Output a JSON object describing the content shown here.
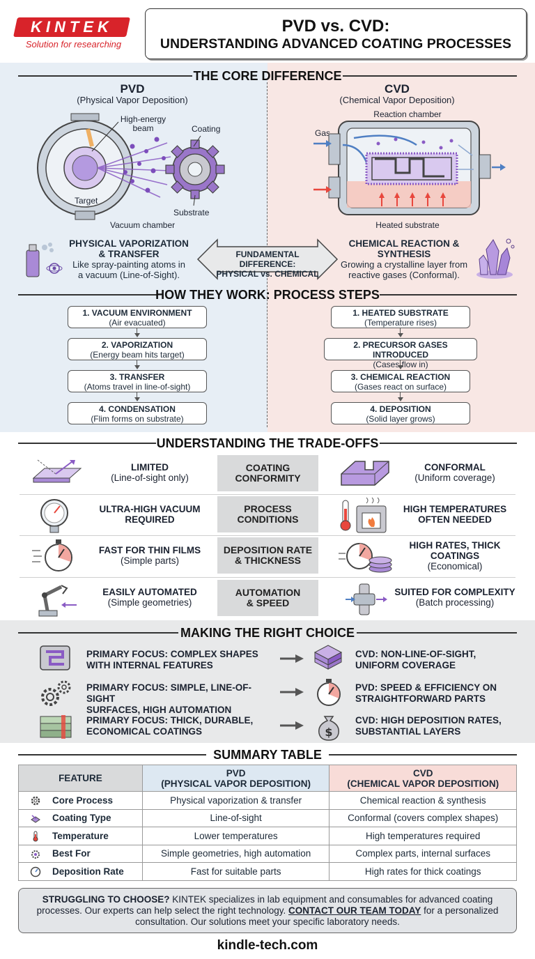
{
  "brand": {
    "name": "KINTEK",
    "tagline": "Solution for researching",
    "color": "#d8232a"
  },
  "title": {
    "line1": "PVD vs. CVD:",
    "line2": "UNDERSTANDING ADVANCED COATING PROCESSES"
  },
  "core": {
    "section_title": "THE CORE DIFFERENCE",
    "pvd": {
      "heading": "PVD",
      "subheading": "(Physical Vapor Deposition)",
      "labels": {
        "beam": "High-energy beam",
        "beam_a": "High-energy",
        "beam_b": "beam",
        "coating": "Coating",
        "target": "Target",
        "substrate": "Substrate",
        "chamber": "Vacuum chamber"
      },
      "principle_title_a": "PHYSICAL VAPORIZATION",
      "principle_title_b": "& TRANSFER",
      "principle_desc_a": "Like spray-painting atoms in",
      "principle_desc_b": "a vacuum (Line-of-Sight)."
    },
    "cvd": {
      "heading": "CVD",
      "subheading": "(Chemical Vapor Deposition)",
      "labels": {
        "chamber": "Reaction chamber",
        "gas": "Gas",
        "substrate": "Heated substrate"
      },
      "principle_title_a": "CHEMICAL REACTION &",
      "principle_title_b": "SYNTHESIS",
      "principle_desc_a": "Growing a crystalline layer from",
      "principle_desc_b": "reactive gases (Conformal)."
    },
    "middle_a": "FUNDAMENTAL DIFFERENCE:",
    "middle_b": "PHYSICAL vs. CHEMICAL"
  },
  "process": {
    "section_title": "HOW THEY WORK: PROCESS STEPS",
    "pvd_steps": [
      {
        "title": "1. VACUUM ENVIRONMENT",
        "desc": "(Air evacuated)"
      },
      {
        "title": "2. VAPORIZATION",
        "desc": "(Energy beam hits target)"
      },
      {
        "title": "3. TRANSFER",
        "desc": "(Atoms travel in line-of-sight)"
      },
      {
        "title": "4. CONDENSATION",
        "desc": "(Flim forms on substrate)"
      }
    ],
    "cvd_steps": [
      {
        "title": "1. HEATED SUBSTRATE",
        "desc": "(Temperature rises)"
      },
      {
        "title": "2. PRECURSOR GASES INTRODUCED",
        "desc": "(Cases flow in)"
      },
      {
        "title": "3. CHEMICAL REACTION",
        "desc": "(Gases react on surface)"
      },
      {
        "title": "4. DEPOSITION",
        "desc": "(Solid layer grows)"
      }
    ]
  },
  "tradeoffs": {
    "section_title": "UNDERSTANDING THE TRADE-OFFS",
    "rows": [
      {
        "pvd_a": "LIMITED",
        "pvd_b": "(Line-of-sight only)",
        "mid_a": "COATING",
        "mid_b": "CONFORMITY",
        "cvd_a": "CONFORMAL",
        "cvd_b": "(Uniform coverage)"
      },
      {
        "pvd_a": "ULTRA-HIGH VACUUM",
        "pvd_b": "REQUIRED",
        "mid_a": "PROCESS",
        "mid_b": "CONDITIONS",
        "cvd_a": "HIGH TEMPERATURES",
        "cvd_b": "OFTEN NEEDED"
      },
      {
        "pvd_a": "FAST FOR THIN FILMS",
        "pvd_b": "(Simple parts)",
        "mid_a": "DEPOSITION RATE",
        "mid_b": "& THICKNESS",
        "cvd_a": "HIGH RATES, THICK",
        "cvd_b": "COATINGS",
        "cvd_c": "(Economical)"
      },
      {
        "pvd_a": "EASILY AUTOMATED",
        "pvd_b": "(Simple geometries)",
        "mid_a": "AUTOMATION",
        "mid_b": "& SPEED",
        "cvd_a": "SUITED FOR COMPLEXITY",
        "cvd_b": "(Batch processing)"
      }
    ]
  },
  "choice": {
    "section_title": "MAKING THE RIGHT CHOICE",
    "rows": [
      {
        "focus_a": "PRIMARY FOCUS: COMPLEX SHAPES",
        "focus_b": "WITH INTERNAL FEATURES",
        "rec_a": "CVD: NON-LINE-OF-SIGHT,",
        "rec_b": "UNIFORM COVERAGE"
      },
      {
        "focus_a": "PRIMARY FOCUS: SIMPLE, LINE-OF-SIGHT",
        "focus_b": "SURFACES, HIGH AUTOMATION",
        "rec_a": "PVD: SPEED & EFFICIENCY ON",
        "rec_b": "STRAIGHTFORWARD PARTS"
      },
      {
        "focus_a": "PRIMARY FOCUS: THICK, DURABLE,",
        "focus_b": "ECONOMICAL COATINGS",
        "rec_a": "CVD: HIGH DEPOSITION RATES,",
        "rec_b": "SUBSTANTIAL LAYERS"
      }
    ]
  },
  "summary": {
    "section_title": "SUMMARY TABLE",
    "headers": {
      "feature": "FEATURE",
      "pvd_a": "PVD",
      "pvd_b": "(PHYSICAL VAPOR DEPOSITION)",
      "cvd_a": "CVD",
      "cvd_b": "(CHEMICAL VAPOR DEPOSITION)"
    },
    "rows": [
      {
        "feature": "Core Process",
        "pvd": "Physical vaporization & transfer",
        "cvd": "Chemical reaction & synthesis"
      },
      {
        "feature": "Coating Type",
        "pvd": "Line-of-sight",
        "cvd": "Conformal (covers complex shapes)"
      },
      {
        "feature": "Temperature",
        "pvd": "Lower temperatures",
        "cvd": "High temperatures required"
      },
      {
        "feature": "Best For",
        "pvd": "Simple geometries, high automation",
        "cvd": "Complex parts, internal surfaces"
      },
      {
        "feature": "Deposition Rate",
        "pvd": "Fast for suitable parts",
        "cvd": "High rates for thick coatings"
      }
    ]
  },
  "cta": {
    "lead": "STRUGGLING TO CHOOSE?",
    "body1": " KINTEK specializes in lab equipment and consumables for advanced coating processes. Our experts can help select the right technology. ",
    "link": "CONTACT OUR TEAM TODAY",
    "body2": " for a personalized consultation. Our solutions meet your specific laboratory needs."
  },
  "footer": {
    "site": "kindle-tech.com"
  },
  "colors": {
    "pvd_bg": "#e7eef5",
    "cvd_bg": "#f8e7e4",
    "accent_purple": "#8a5bc4",
    "heat": "#e8473d"
  }
}
